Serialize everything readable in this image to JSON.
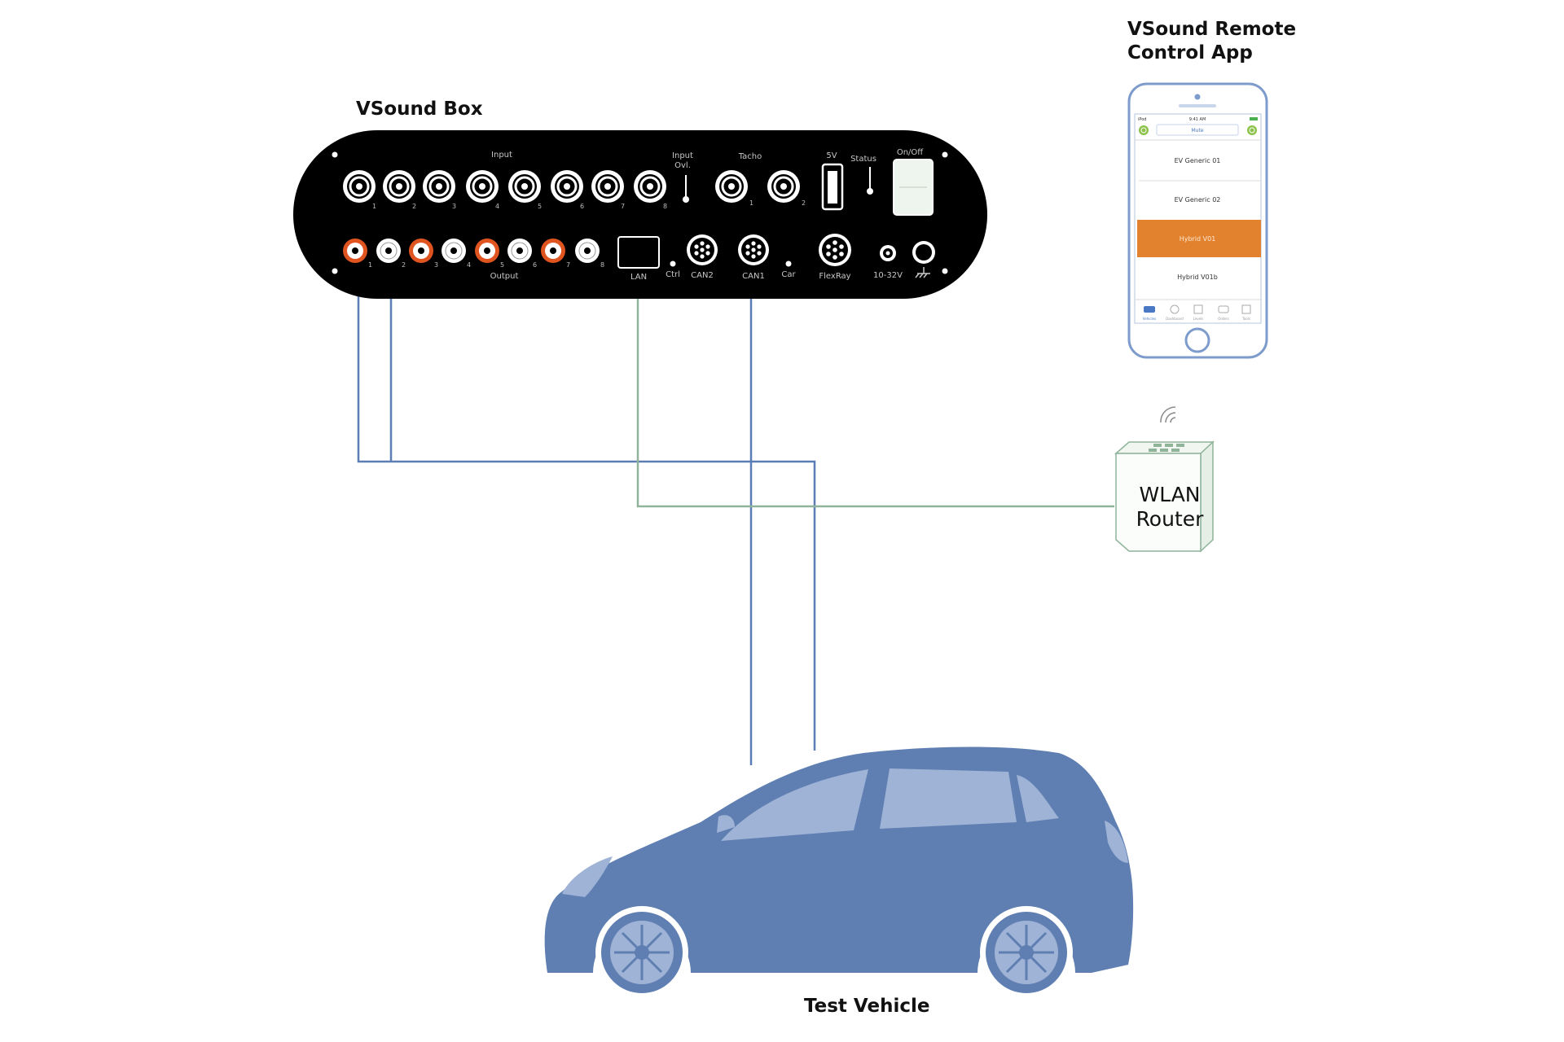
{
  "titles": {
    "box": "VSound Box",
    "app_line1": "VSound Remote",
    "app_line2": "Control App",
    "vehicle": "Test Vehicle"
  },
  "panel": {
    "input": "Input",
    "input_ovl_line1": "Input",
    "input_ovl_line2": "Ovl.",
    "tacho": "Tacho",
    "usb_5v": "5V",
    "status": "Status",
    "on_off": "On/Off",
    "output": "Output",
    "lan": "LAN",
    "ctrl": "Ctrl",
    "can2": "CAN2",
    "can1": "CAN1",
    "car": "Car",
    "flexray": "FlexRay",
    "power": "10-32V",
    "input_numbers": [
      "1",
      "2",
      "3",
      "4",
      "5",
      "6",
      "7",
      "8"
    ],
    "tacho_numbers": [
      "1",
      "2"
    ],
    "output_numbers": [
      "1",
      "2",
      "3",
      "4",
      "5",
      "6",
      "7",
      "8"
    ]
  },
  "router": {
    "line1": "WLAN",
    "line2": "Router"
  },
  "phone": {
    "carrier": "iPod",
    "clock": "9:41 AM",
    "tab": "Mute",
    "list": [
      "EV Generic 01",
      "EV Generic 02",
      "Hybrid V01",
      "Hybrid V01b"
    ],
    "selected_index": 2,
    "bottom_tabs": [
      "Vehicles",
      "Dashboard",
      "Levels",
      "Orders",
      "Tools"
    ]
  },
  "colors": {
    "box_body": "#000000",
    "wire_audio_can": "#5b7db5",
    "wire_lan": "#8fb49a",
    "vehicle_body": "#5f7fb2",
    "vehicle_glass": "#9fb3d6",
    "app_selected": "#e2822e",
    "phone_frame": "#7d9ccc",
    "rca_red": "#e0541f"
  }
}
